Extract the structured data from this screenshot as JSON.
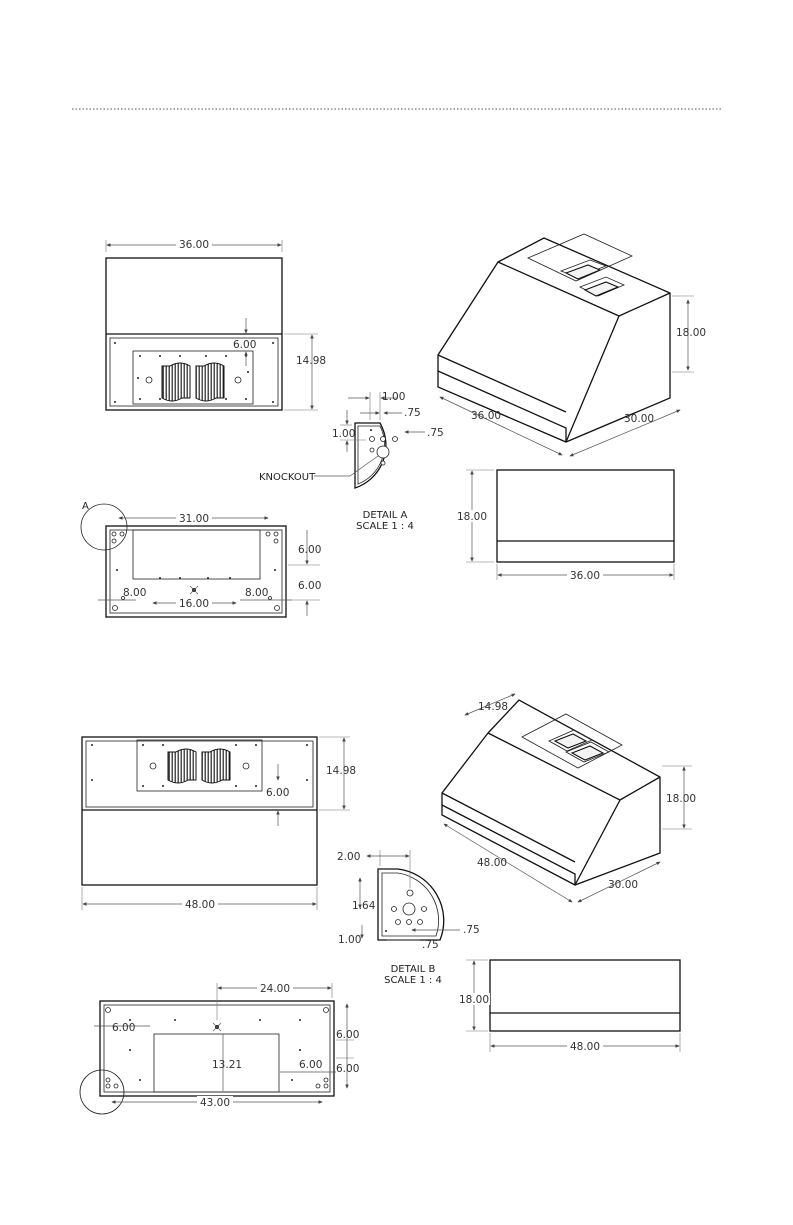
{
  "hood_36": {
    "front": {
      "width": "36.00",
      "height": "14.98",
      "offset": "6.00"
    },
    "detail_a_dims": {
      "d1": "1.00",
      "d2": ".75",
      "d3": "1.00",
      "d4": ".75"
    },
    "knockout": "KNOCKOUT",
    "detail_a": {
      "title": "DETAIL A",
      "scale": "SCALE 1 : 4"
    },
    "detail_marker": "A",
    "bottom": {
      "span": "31.00",
      "left": "8.00",
      "center": "16.00",
      "right": "8.00",
      "v1": "6.00",
      "v2": "6.00"
    },
    "iso": {
      "height": "18.00",
      "width": "36.00",
      "depth": "30.00"
    },
    "side": {
      "height": "18.00",
      "width": "36.00"
    }
  },
  "hood_48": {
    "front": {
      "height": "14.98",
      "offset": "6.00",
      "width": "48.00"
    },
    "detail_b_dims": {
      "d1": "2.00",
      "d2": "1.64",
      "d3": "1.00",
      "d4": ".75",
      "d5": ".75"
    },
    "detail_b": {
      "title": "DETAIL B",
      "scale": "SCALE 1 : 4"
    },
    "bottom": {
      "top": "24.00",
      "left": "6.00",
      "center": "13.21",
      "right": "6.00",
      "v1": "6.00",
      "v2": "6.00",
      "overall": "43.00"
    },
    "iso": {
      "top_depth": "14.98",
      "height": "18.00",
      "width": "48.00",
      "depth": "30.00"
    },
    "side": {
      "height": "18.00",
      "width": "48.00"
    }
  }
}
